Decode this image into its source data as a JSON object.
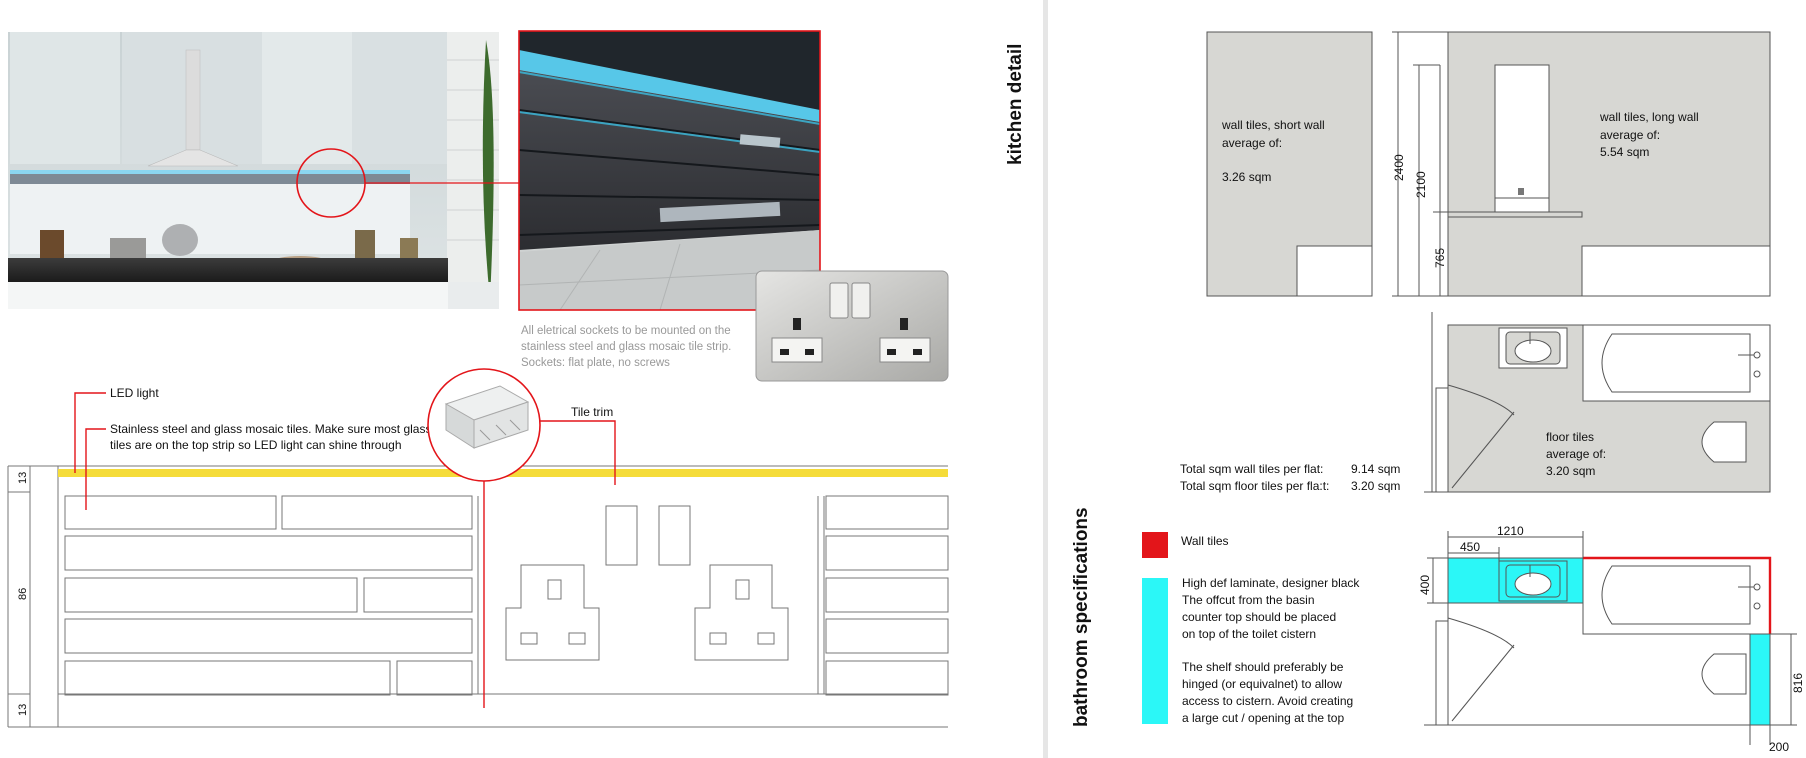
{
  "page": {
    "section_kitchen": "kitchen detail",
    "section_bathroom": "bathroom specifications"
  },
  "kitchen": {
    "photo_kitchen": "kitchen-photo",
    "photo_closeup": "tile-closeup-photo",
    "socket_note": [
      "All eletrical sockets to be mounted on the",
      "stainless steel and glass mosaic tile strip.",
      "Sockets: flat plate, no screws"
    ],
    "label_led": "LED light",
    "label_tiles": [
      "Stainless steel and glass mosaic tiles. Make sure most glass",
      "tiles are on the top strip so LED light can shine through"
    ],
    "label_trim": "Tile trim",
    "dims": {
      "top": "13",
      "mid": "86",
      "bottom": "13"
    },
    "colors": {
      "led": "#f5dc3a",
      "callout": "#e3151a"
    }
  },
  "bathroom": {
    "short_wall": [
      "wall tiles, short wall",
      "average of:",
      "",
      "3.26 sqm"
    ],
    "long_wall": [
      "wall tiles, long wall",
      "average of:",
      "5.54 sqm"
    ],
    "floor": [
      "floor tiles",
      "average of:",
      "3.20 sqm"
    ],
    "dims_elev": {
      "h2400": "2400",
      "h2100": "2100",
      "h765": "765"
    },
    "totals": [
      {
        "label": "Total sqm wall tiles per flat:",
        "value": "9.14 sqm"
      },
      {
        "label": "Total sqm floor tiles per fla:t:",
        "value": "3.20 sqm"
      }
    ],
    "legend": {
      "wall_tiles": "Wall tiles",
      "laminate": [
        "High def laminate, designer black",
        "The offcut from the basin",
        "counter top should be placed",
        "on top of the toilet cistern",
        "",
        "The shelf should preferably be",
        "hinged (or equivalnet) to allow",
        "access to cistern. Avoid creating",
        "a large cut / opening at the top"
      ]
    },
    "dims_plan": {
      "d1210": "1210",
      "d450": "450",
      "d400": "400",
      "d816": "816",
      "d200": "200"
    },
    "colors": {
      "wall_tiles": "#e3151a",
      "laminate": "#2bf7f7",
      "wall_fill": "#d7d7d3"
    }
  }
}
